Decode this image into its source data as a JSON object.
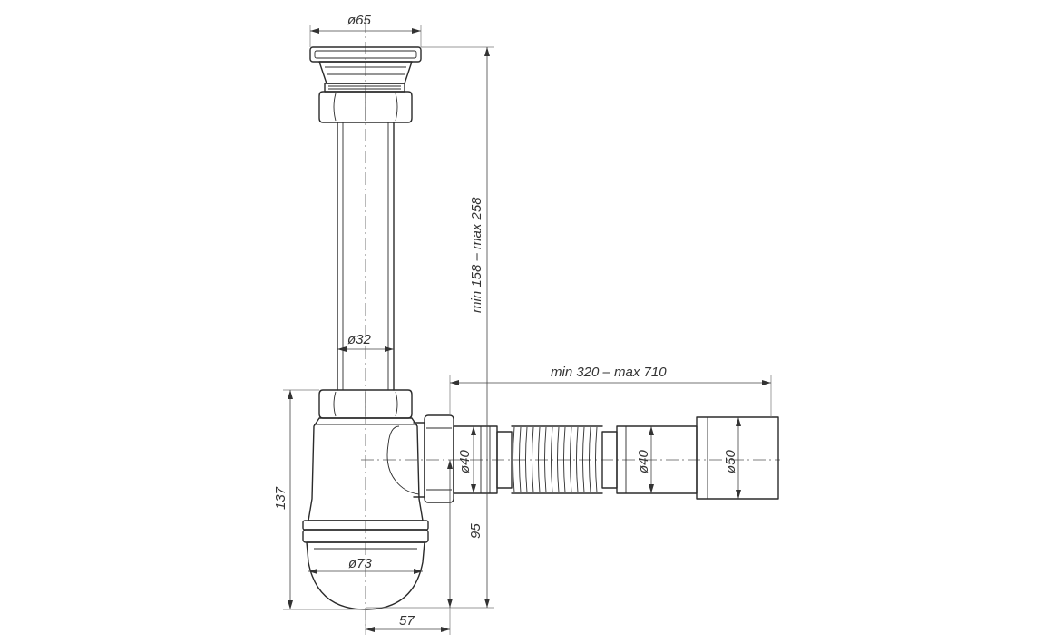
{
  "dimensions": {
    "flange_diameter": "ø65",
    "tube_diameter": "ø32",
    "height_range": "min 158 – max 258",
    "length_range": "min 320 – max 710",
    "outlet_diameter": "ø40",
    "hose_diameter": "ø40",
    "end_diameter": "ø50",
    "bottle_diameter": "ø73",
    "total_height": "137",
    "outlet_height": "95",
    "offset": "57"
  },
  "colors": {
    "line": "#2b2b2b",
    "background": "#ffffff"
  }
}
